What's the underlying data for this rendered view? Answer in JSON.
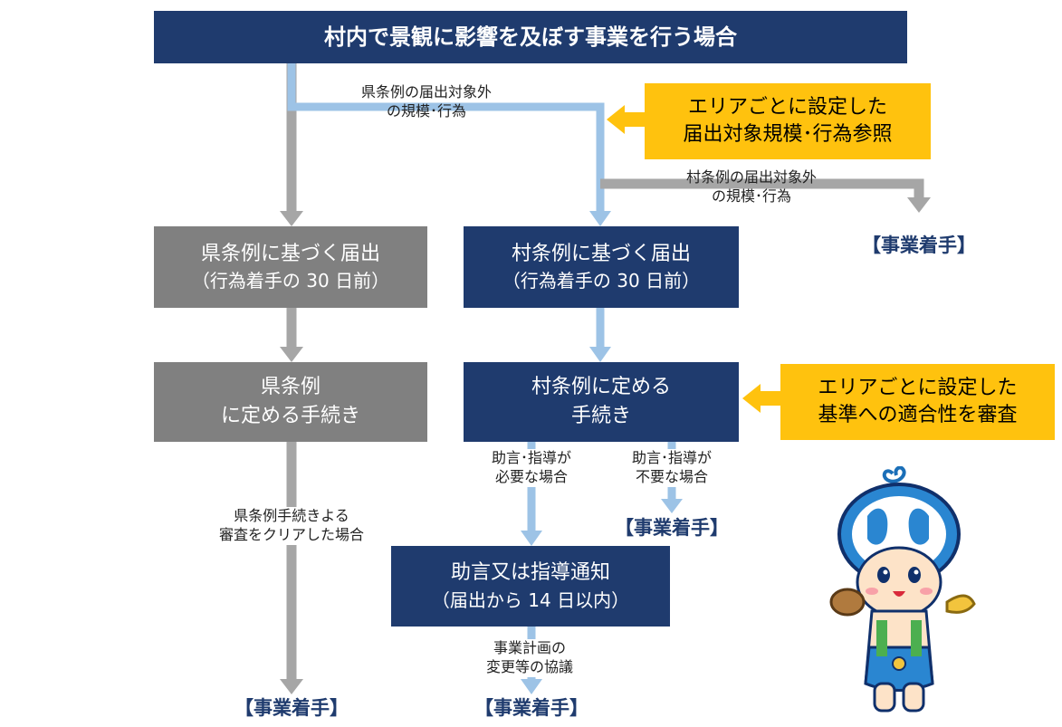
{
  "header": {
    "title": "村内で景観に影響を及ぼす事業を行う場合"
  },
  "area_note_1": {
    "line1": "エリアごとに設定した",
    "line2": "届出対象規模･行為参照"
  },
  "area_note_2": {
    "line1": "エリアごとに設定した",
    "line2": "基準への適合性を審査"
  },
  "pref_notification": {
    "line1": "県条例に基づく届出",
    "line2": "（行為着手の 30 日前）"
  },
  "village_notification": {
    "line1": "村条例に基づく届出",
    "line2": "（行為着手の 30 日前）"
  },
  "pref_procedure": {
    "line1": "県条例",
    "line2": "に定める手続き"
  },
  "village_procedure": {
    "line1": "村条例に定める",
    "line2": "手続き"
  },
  "advice_notice": {
    "line1": "助言又は指導通知",
    "line2": "（届出から 14 日以内）"
  },
  "labels": {
    "pref_out_of_scope": {
      "line1": "県条例の届出対象外",
      "line2": "の規模･行為"
    },
    "village_out_of_scope": {
      "line1": "村条例の届出対象外",
      "line2": "の規模･行為"
    },
    "guidance_needed": {
      "line1": "助言･指導が",
      "line2": "必要な場合"
    },
    "guidance_not_needed": {
      "line1": "助言･指導が",
      "line2": "不要な場合"
    },
    "pref_cleared": {
      "line1": "県条例手続きよる",
      "line2": "審査をクリアした場合"
    },
    "plan_change": {
      "line1": "事業計画の",
      "line2": "変更等の協議"
    }
  },
  "start_label": "【事業着手】",
  "colors": {
    "navy": "#1f3b6e",
    "gray_box": "#808080",
    "gray_arrow": "#a6a6a6",
    "blue_arrow": "#9dc3e6",
    "yellow": "#ffc20e"
  },
  "mascot": {
    "icon": "mascot-character-icon"
  }
}
